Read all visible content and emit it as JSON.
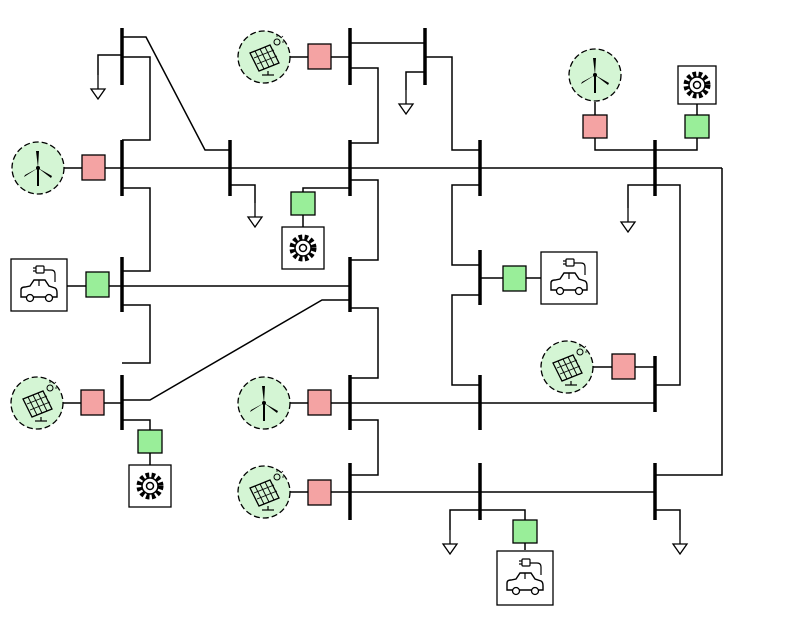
{
  "title": "",
  "colors": {
    "line": "#000000",
    "bus": "#000000",
    "generator_fill": "#f4a3a3",
    "load_fill": "#99ee99",
    "icon_circle_fill": "#d4f5d4",
    "icon_box_fill": "#ffffff"
  },
  "buses": [
    {
      "id": "bus-1"
    },
    {
      "id": "bus-2"
    },
    {
      "id": "bus-3"
    },
    {
      "id": "bus-4"
    },
    {
      "id": "bus-5"
    },
    {
      "id": "bus-6"
    },
    {
      "id": "bus-7"
    },
    {
      "id": "bus-8"
    },
    {
      "id": "bus-9"
    },
    {
      "id": "bus-10"
    },
    {
      "id": "bus-11"
    },
    {
      "id": "bus-12"
    },
    {
      "id": "bus-13"
    },
    {
      "id": "bus-14"
    },
    {
      "id": "bus-15"
    },
    {
      "id": "bus-16"
    },
    {
      "id": "bus-17"
    },
    {
      "id": "bus-18"
    },
    {
      "id": "bus-19"
    },
    {
      "id": "bus-20"
    },
    {
      "id": "bus-21"
    }
  ],
  "devices": [
    {
      "icon": "solar-panel-icon",
      "converter": "generator"
    },
    {
      "icon": "wind-turbine-icon",
      "converter": "generator"
    },
    {
      "icon": "gear-icon",
      "converter": "load"
    },
    {
      "icon": "wind-turbine-icon",
      "converter": "generator"
    },
    {
      "icon": "gear-icon",
      "converter": "load"
    },
    {
      "icon": "electric-car-icon",
      "converter": "load"
    },
    {
      "icon": "electric-car-icon",
      "converter": "load"
    },
    {
      "icon": "solar-panel-icon",
      "converter": "generator"
    },
    {
      "icon": "solar-panel-icon",
      "converter": "generator"
    },
    {
      "icon": "gear-icon",
      "converter": "load"
    },
    {
      "icon": "wind-turbine-icon",
      "converter": "generator"
    },
    {
      "icon": "solar-panel-icon",
      "converter": "generator"
    },
    {
      "icon": "electric-car-icon",
      "converter": "load"
    }
  ],
  "loads": [
    {
      "type": "ground-arrow"
    },
    {
      "type": "ground-arrow"
    },
    {
      "type": "ground-arrow"
    },
    {
      "type": "ground-arrow"
    },
    {
      "type": "ground-arrow"
    },
    {
      "type": "ground-arrow"
    }
  ]
}
